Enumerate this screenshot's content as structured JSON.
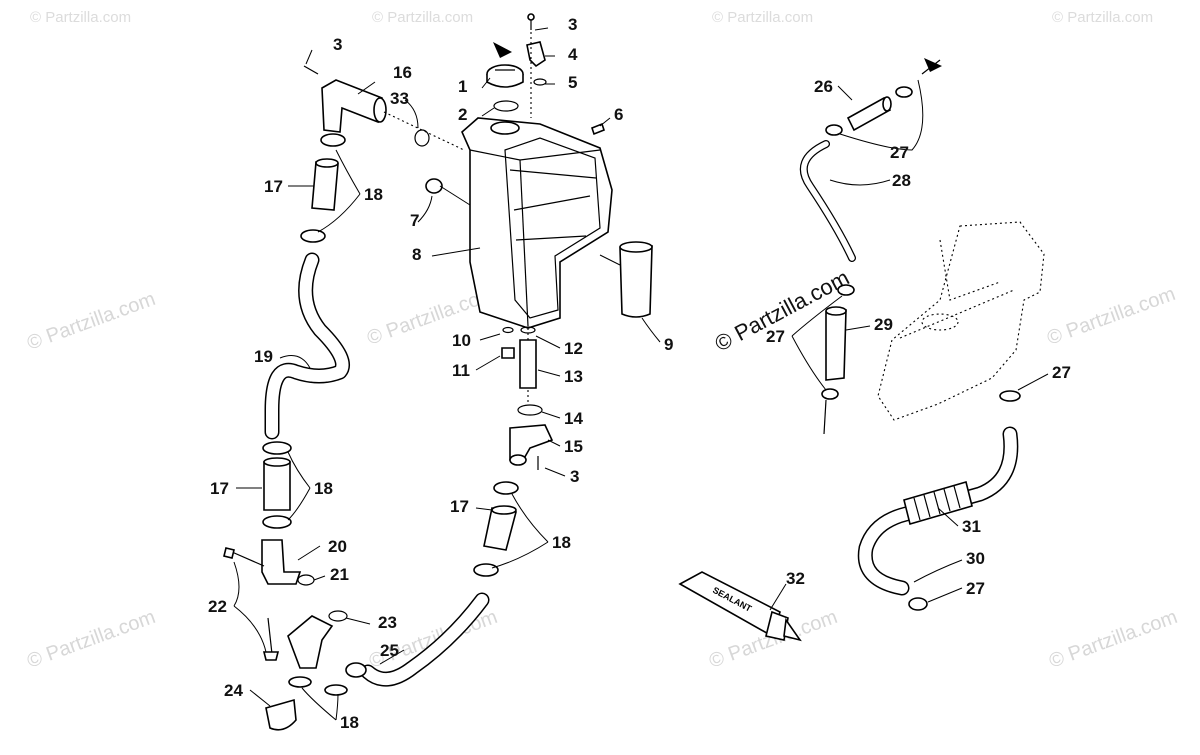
{
  "watermarks": {
    "main": "© Partzilla.com",
    "brand": "© Partzilla.com"
  },
  "tube_label": "SEALANT",
  "callouts": {
    "c1": "1",
    "c2": "2",
    "c3a": "3",
    "c3b": "3",
    "c3c": "3",
    "c4": "4",
    "c5": "5",
    "c6": "6",
    "c7": "7",
    "c8": "8",
    "c9": "9",
    "c10": "10",
    "c11": "11",
    "c12": "12",
    "c13": "13",
    "c14": "14",
    "c15": "15",
    "c16": "16",
    "c17a": "17",
    "c17b": "17",
    "c17c": "17",
    "c18a": "18",
    "c18b": "18",
    "c18c": "18",
    "c18d": "18",
    "c19": "19",
    "c20": "20",
    "c21": "21",
    "c22": "22",
    "c23": "23",
    "c24": "24",
    "c25": "25",
    "c26": "26",
    "c27a": "27",
    "c27b": "27",
    "c27c": "27",
    "c27d": "27",
    "c28": "28",
    "c29": "29",
    "c30": "30",
    "c31": "31",
    "c32": "32",
    "c33": "33"
  }
}
